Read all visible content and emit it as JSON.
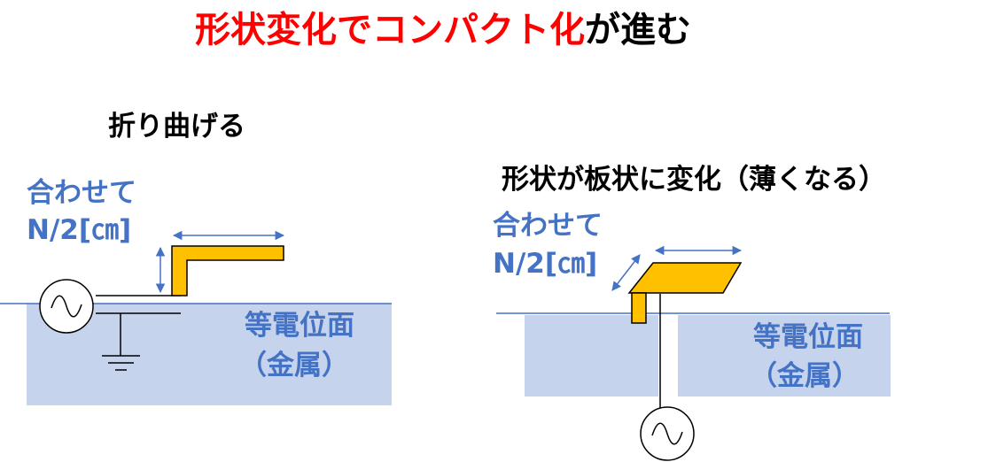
{
  "title": {
    "highlighted": "形状変化でコンパクト化",
    "rest": "が進む"
  },
  "left_panel": {
    "heading": "折り曲げる",
    "length_label_line1": "合わせて",
    "length_label_line2": "N/2[㎝]",
    "ground_label_line1": "等電位面",
    "ground_label_line2": "（金属）"
  },
  "right_panel": {
    "heading": "形状が板状に変化（薄くなる）",
    "length_label_line1": "合わせて",
    "length_label_line2": "N/2[㎝]",
    "ground_label_line1": "等電位面",
    "ground_label_line2": "（金属）"
  },
  "colors": {
    "title_red": "#ff0000",
    "label_blue": "#4472c4",
    "ground_plane": "#c5d3ed",
    "antenna_fill": "#ffc000",
    "arrow_blue": "#4472c4"
  },
  "icons": {
    "source": "ac-source-icon",
    "earth": "ground-symbol-icon"
  }
}
